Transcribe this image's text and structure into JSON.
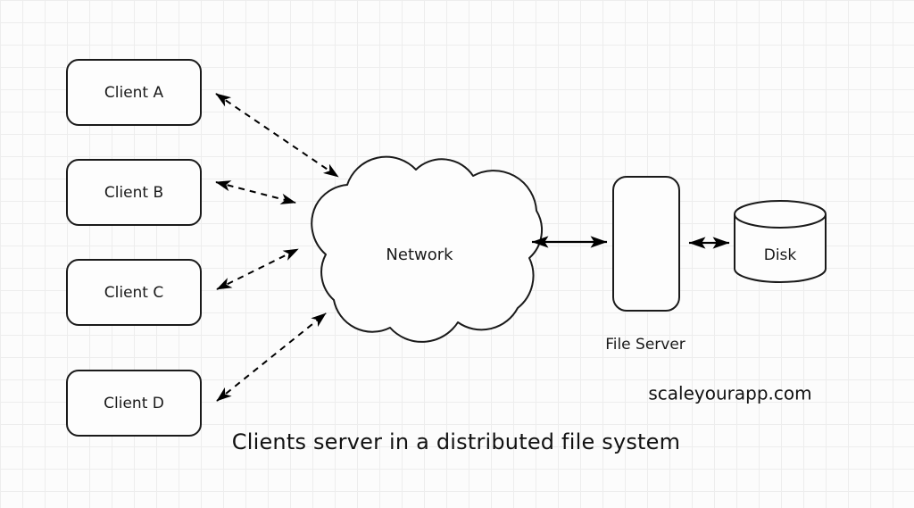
{
  "diagram": {
    "caption": "Clients server in a distributed file system",
    "watermark": "scaleyourapp.com",
    "clients": [
      {
        "label": "Client A"
      },
      {
        "label": "Client B"
      },
      {
        "label": "Client C"
      },
      {
        "label": "Client D"
      }
    ],
    "network": {
      "label": "Network"
    },
    "file_server": {
      "label": "File Server"
    },
    "disk": {
      "label": "Disk"
    },
    "colors": {
      "stroke": "#1a1a1a",
      "fill": "#fdfdfd",
      "background": "#fcfcfc",
      "grid_minor": "#ededed",
      "grid_major": "#e3e3e3",
      "text": "#111111"
    }
  }
}
